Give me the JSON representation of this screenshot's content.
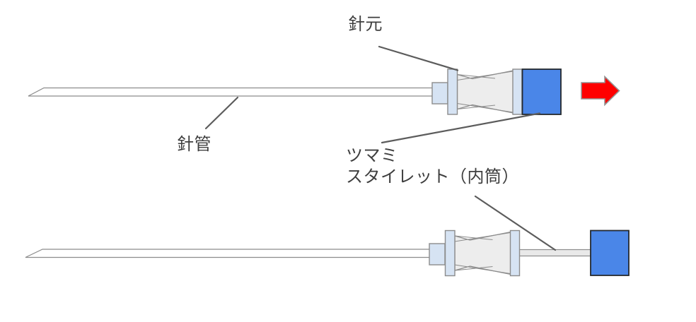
{
  "diagram": {
    "labels": {
      "needle_hub": "針元",
      "needle_tube": "針管",
      "knob": "ツマミ",
      "stylet": "スタイレット（内筒）"
    },
    "icons": {
      "pull_arrow": "red-right-block-arrow"
    },
    "colors": {
      "knob_blue": "#4a86e8",
      "hub_light_blue": "#d6e3f3",
      "body_gray": "#ededed",
      "rod_gray": "#e9e9e9",
      "arrow_red": "#fe0000",
      "outline": "#8c8c8c",
      "knob_border": "#24292e",
      "leader": "#5c5c5c",
      "text": "#3e3e3e",
      "background": "#ffffff"
    }
  }
}
